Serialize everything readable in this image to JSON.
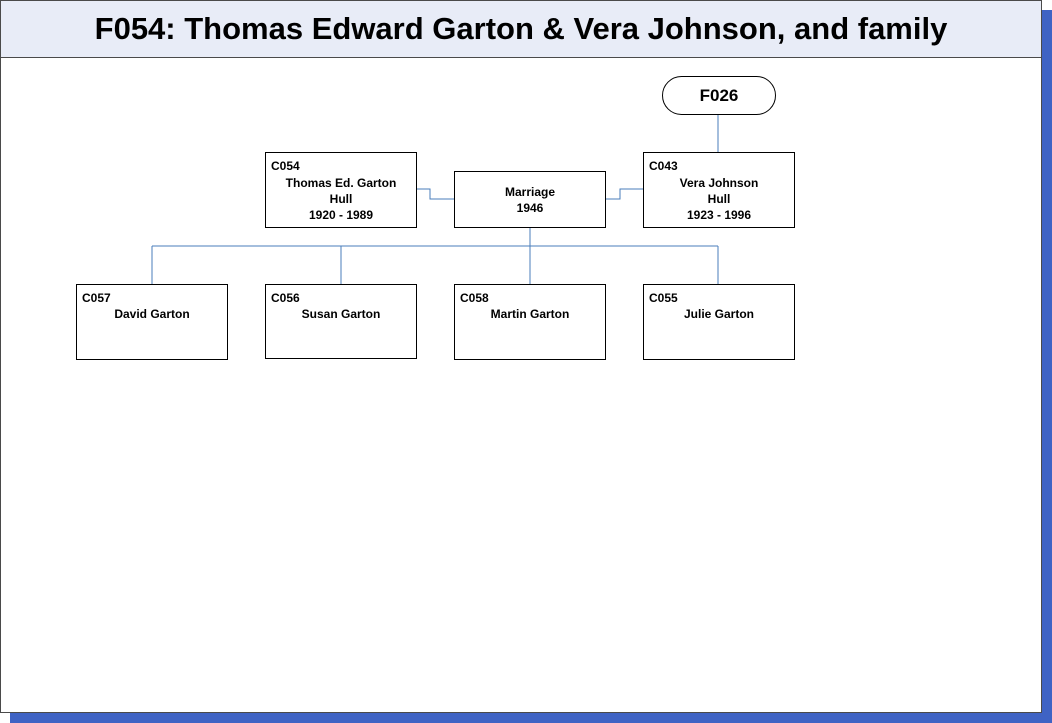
{
  "title": "F054: Thomas Edward Garton & Vera Johnson, and family",
  "parent_family": {
    "label": "F026"
  },
  "marriage": {
    "label": "Marriage",
    "year": "1946"
  },
  "spouses": [
    {
      "code": "C054",
      "name": "Thomas Ed. Garton",
      "place": "Hull",
      "dates": "1920 - 1989"
    },
    {
      "code": "C043",
      "name": "Vera Johnson",
      "place": "Hull",
      "dates": "1923 - 1996"
    }
  ],
  "children": [
    {
      "code": "C057",
      "name": "David Garton"
    },
    {
      "code": "C056",
      "name": "Susan Garton"
    },
    {
      "code": "C058",
      "name": "Martin Garton"
    },
    {
      "code": "C055",
      "name": "Julie Garton"
    }
  ],
  "colors": {
    "connector": "#4a7ebb",
    "shadow": "#3f63c4",
    "title_bg": "#e8ecf7"
  }
}
